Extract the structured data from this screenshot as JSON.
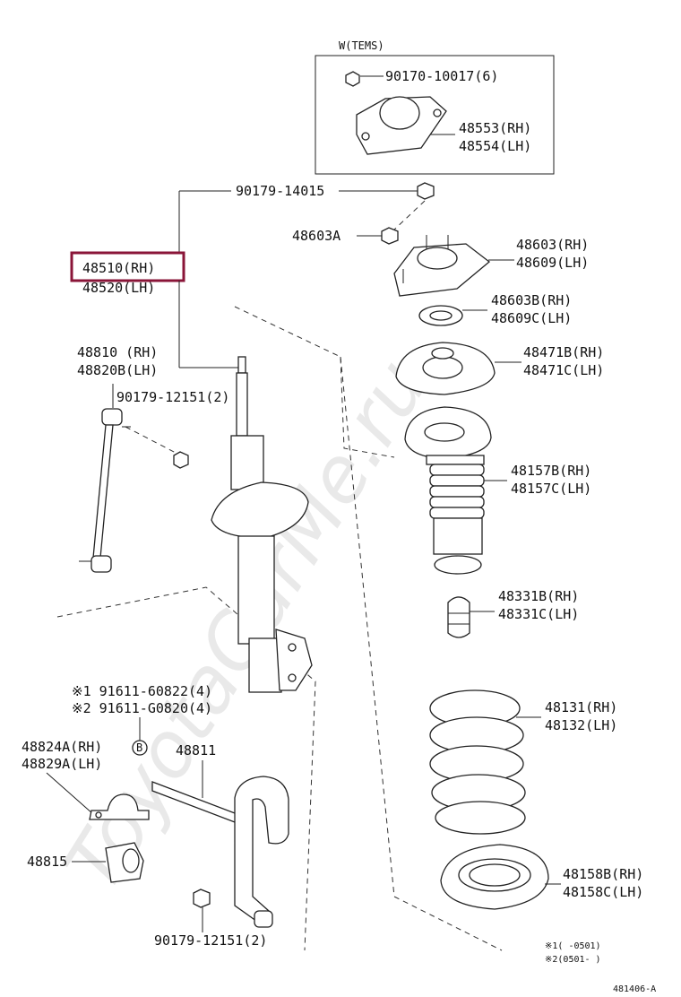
{
  "watermark": "ToyotaCarMe.ru",
  "diagram_code": "481406-A",
  "group": {
    "label": "W(TEMS)"
  },
  "labels": {
    "p90170": "90170-10017(6)",
    "p48553": "48553(RH)",
    "p48554": "48554(LH)",
    "p90179a": "90179-14015",
    "p48603A": "48603A",
    "p48603": "48603(RH)",
    "p48609": "48609(LH)",
    "p48510": "48510(RH)",
    "p48520": "48520(LH)",
    "p48603B": "48603B(RH)",
    "p48609C": "48609C(LH)",
    "p48810": "48810  (RH)",
    "p48820B": "48820B(LH)",
    "p48471B": "48471B(RH)",
    "p48471C": "48471C(LH)",
    "p90179b": "90179-12151(2)",
    "p48157B": "48157B(RH)",
    "p48157C": "48157C(LH)",
    "p48331B": "48331B(RH)",
    "p48331C": "48331C(LH)",
    "pBolt1": "※1 91611-60822(4)",
    "pBolt2": "※2 91611-G0820(4)",
    "p48131": "48131(RH)",
    "p48132": "48132(LH)",
    "p48824A": "48824A(RH)",
    "p48829A": "48829A(LH)",
    "p48811": "48811",
    "pB": "B",
    "p48815": "48815",
    "p48158B": "48158B(RH)",
    "p48158C": "48158C(LH)",
    "p90179c": "90179-12151(2)",
    "note1": "※1(      -0501)",
    "note2": "※2(0501-      )"
  },
  "highlight": {
    "part": "48510(RH)",
    "color": "#8a1538"
  }
}
